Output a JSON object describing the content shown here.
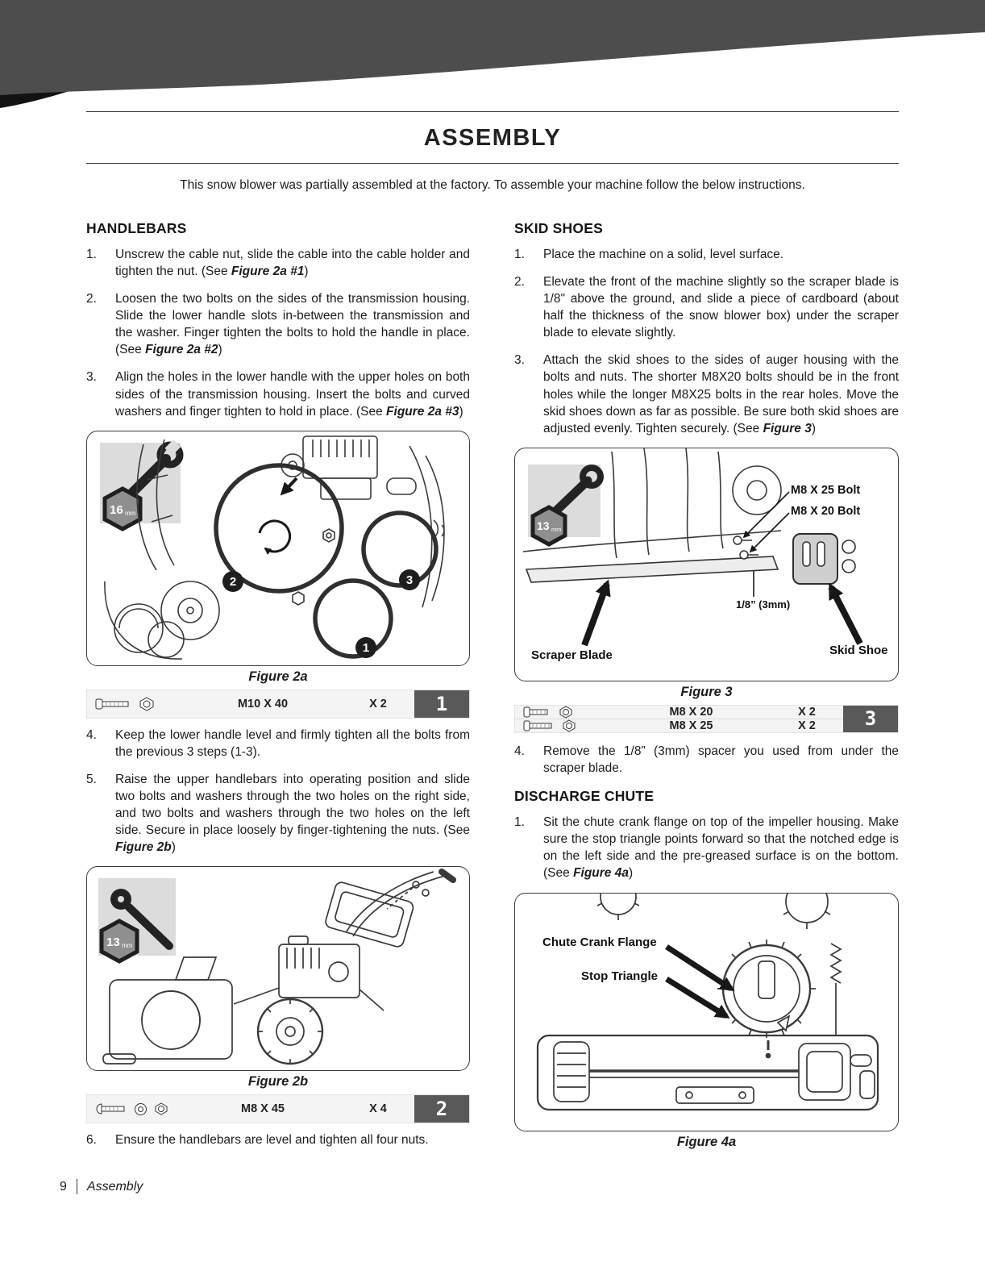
{
  "page": {
    "title": "ASSEMBLY",
    "intro": "This snow blower was partially assembled at the factory. To assemble your machine follow the below instructions.",
    "footer": {
      "page_number": "9",
      "section_name": "Assembly"
    }
  },
  "handlebars": {
    "heading": "HANDLEBARS",
    "steps": [
      {
        "num": "1.",
        "text": "Unscrew the cable nut, slide the cable into the cable holder and tighten the nut. (See ",
        "ref": "Figure 2a #1",
        "tail": ")"
      },
      {
        "num": "2.",
        "text": "Loosen the two bolts on the sides of the transmission housing. Slide the lower handle slots in-between the transmission and the washer. Finger tighten the bolts to hold the handle in place. (See ",
        "ref": "Figure 2a #2",
        "tail": ")"
      },
      {
        "num": "3.",
        "text": "Align the holes in the lower handle with the upper holes on both sides of the transmission housing. Insert the bolts and curved washers and finger tighten to hold in place. (See ",
        "ref": "Figure 2a #3",
        "tail": ")"
      },
      {
        "num": "4.",
        "text": "Keep the lower handle level and firmly tighten all the bolts from the previous 3 steps (1-3)."
      },
      {
        "num": "5.",
        "text": "Raise the upper handlebars into operating position and slide two bolts and washers through the two holes on the right side, and two bolts and washers through the two holes on the left side. Secure in place loosely by finger-tightening the nuts. (See ",
        "ref": "Figure 2b",
        "tail": ")"
      },
      {
        "num": "6.",
        "text": "Ensure the handlebars are level and tighten all four nuts."
      }
    ]
  },
  "skid_shoes": {
    "heading": "SKID SHOES",
    "steps": [
      {
        "num": "1.",
        "text": "Place the machine on a solid, level surface."
      },
      {
        "num": "2.",
        "text": "Elevate the front of the machine slightly so the scraper blade is 1/8\" above the ground, and slide a piece of cardboard (about half the thickness of the snow blower box) under the scraper blade to elevate slightly."
      },
      {
        "num": "3.",
        "text": "Attach the skid shoes to the sides of auger housing with the bolts and nuts. The shorter M8X20 bolts should be in the front holes while the longer M8X25 bolts in the rear holes. Move the skid shoes down as far as possible. Be sure both skid shoes are adjusted evenly. Tighten securely. (See ",
        "ref": "Figure 3",
        "tail": ")"
      },
      {
        "num": "4.",
        "text": "Remove the 1/8” (3mm) spacer you used from under the scraper blade."
      }
    ]
  },
  "discharge_chute": {
    "heading": "DISCHARGE CHUTE",
    "steps": [
      {
        "num": "1.",
        "text": "Sit the chute crank flange on top of the impeller housing. Make sure the stop triangle points forward so that the notched edge is on the left side and the pre-greased surface is on the bottom. (See ",
        "ref": "Figure 4a",
        "tail": ")"
      }
    ]
  },
  "figures": {
    "fig2a": {
      "caption": "Figure 2a",
      "tool_num": "16",
      "tool_unit": "mm",
      "callout_1": "1",
      "callout_2": "2",
      "callout_3": "3",
      "hardware": {
        "badge": "1",
        "rows": [
          {
            "spec": "M10 X 40",
            "qty": "X 2"
          }
        ]
      }
    },
    "fig2b": {
      "caption": "Figure 2b",
      "tool_num": "13",
      "tool_unit": "mm",
      "hardware": {
        "badge": "2",
        "rows": [
          {
            "spec": "M8 X 45",
            "qty": "X 4"
          }
        ]
      }
    },
    "fig3": {
      "caption": "Figure 3",
      "tool_num": "13",
      "tool_unit": "mm",
      "labels": {
        "bolt25": "M8 X 25 Bolt",
        "bolt20": "M8 X 20 Bolt",
        "spacer": "1/8” (3mm)",
        "scraper": "Scraper Blade",
        "skid": "Skid Shoe"
      },
      "hardware": {
        "badge": "3",
        "rows": [
          {
            "spec": "M8 X 20",
            "qty": "X 2"
          },
          {
            "spec": "M8 X 25",
            "qty": "X 2"
          }
        ]
      }
    },
    "fig4a": {
      "caption": "Figure 4a",
      "labels": {
        "flange": "Chute Crank Flange",
        "triangle": "Stop Triangle"
      }
    }
  },
  "colors": {
    "header_band": "#4d4d4d",
    "header_accent": "#121212",
    "badge": "#595959",
    "strip_bg": "#f4f4f4"
  }
}
